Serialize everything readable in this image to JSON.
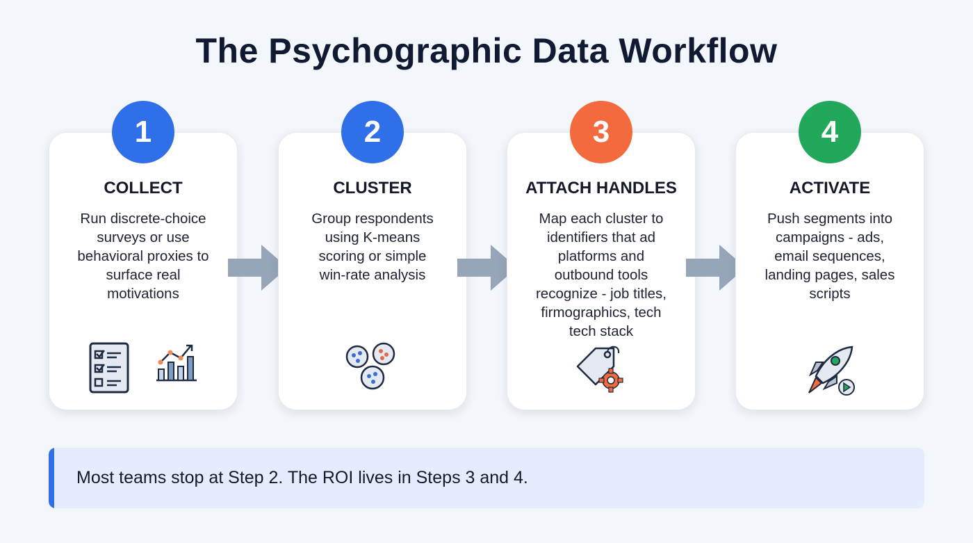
{
  "title": "The Psychographic Data Workflow",
  "colors": {
    "blue": "#2f6fe8",
    "orange": "#f26a3d",
    "green": "#22a85a",
    "arrow": "#97a5b8"
  },
  "steps": [
    {
      "number": "1",
      "heading": "COLLECT",
      "lines": [
        "Run discrete-choice",
        "surveys or use",
        "behavioral proxies to",
        "surface real",
        "motivations"
      ],
      "icons": [
        "checklist-icon",
        "bar-chart-trend-icon"
      ]
    },
    {
      "number": "2",
      "heading": "CLUSTER",
      "lines": [
        "Group respondents",
        "using K-means",
        "scoring or simple",
        "win-rate analysis"
      ],
      "icons": [
        "clusters-icon"
      ]
    },
    {
      "number": "3",
      "heading": "ATTACH HANDLES",
      "lines": [
        "Map each cluster to",
        "identifiers that ad",
        "platforms and",
        "outbound tools",
        "recognize - job titles,",
        "firmographics, tech",
        "tech stack"
      ],
      "icons": [
        "tag-gear-icon"
      ]
    },
    {
      "number": "4",
      "heading": "ACTIVATE",
      "lines": [
        "Push segments into",
        "campaigns - ads,",
        "email sequences,",
        "landing pages, sales",
        "scripts"
      ],
      "icons": [
        "rocket-icon"
      ]
    }
  ],
  "callout": "Most teams stop at Step 2. The ROI lives in Steps 3 and 4."
}
